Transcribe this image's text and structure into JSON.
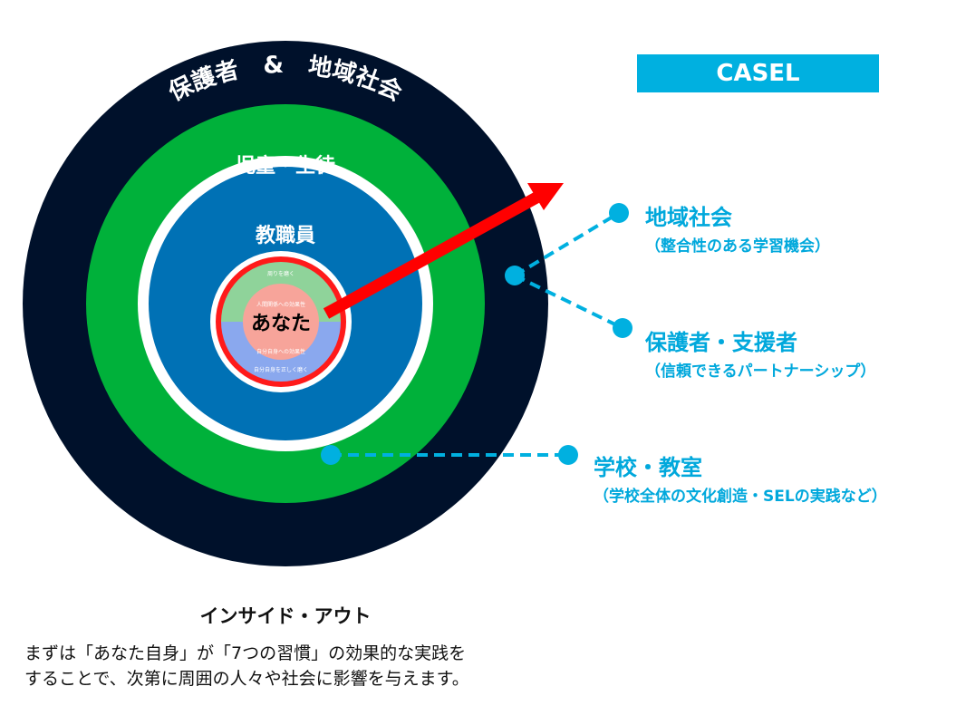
{
  "header": {
    "badge": "CASEL"
  },
  "rings": {
    "outer": "保護者　&　地域社会",
    "green": "児童・生徒",
    "blue": "教職員",
    "center": "あなた",
    "center_small": [
      "周りを磨く",
      "人間関係への効果性",
      "自分自身への効果性",
      "自分自身を正しく磨く"
    ]
  },
  "callouts": [
    {
      "title": "地域社会",
      "sub": "（整合性のある学習機会）"
    },
    {
      "title": "保護者・支援者",
      "sub": "（信頼できるパートナーシップ）"
    },
    {
      "title": "学校・教室",
      "sub": "（学校全体の文化創造・SELの実践など）"
    }
  ],
  "footer": {
    "title": "インサイド・アウト",
    "lines": [
      "まずは「あなた自身」が「7つの習慣」の効果的な実践を",
      "することで、次第に周囲の人々や社会に影響を与えます。"
    ]
  },
  "colors": {
    "outer": "#00112b",
    "green": "#00b13a",
    "blue": "#0071b5",
    "accent": "#00b0e0",
    "arrow": "#ff0000"
  }
}
